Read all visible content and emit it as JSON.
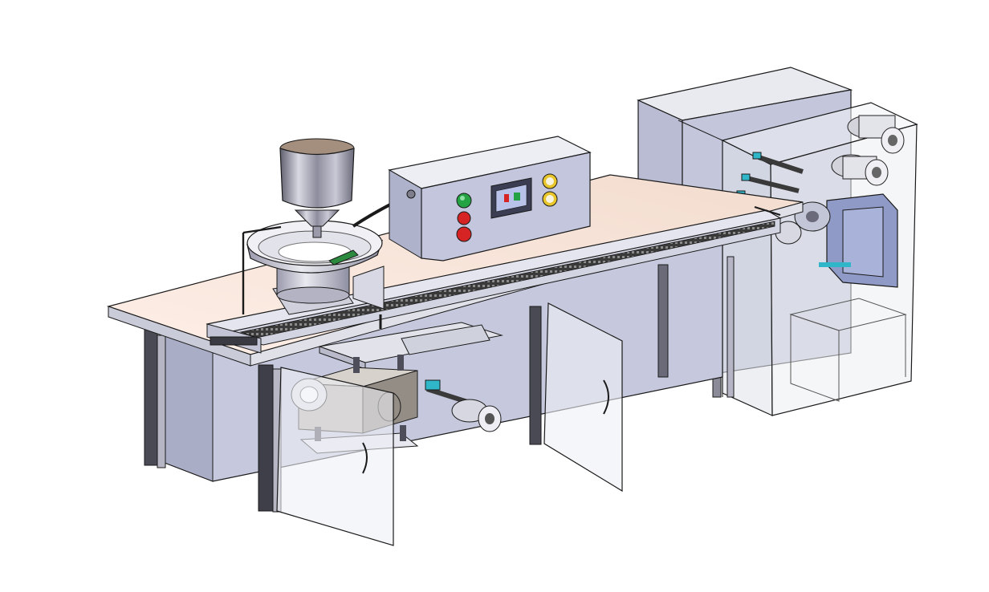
{
  "colors": {
    "background": "#ffffff",
    "table_top": "#f9e6dc",
    "table_edge": "#c7c7d6",
    "cabinet": "#bcbfd6",
    "cabinet_dark": "#9ea2bd",
    "glass": "#eef0f4",
    "steel": "#8a8aa0",
    "outline": "#1a1a1a",
    "accent_cyan": "#2fb7c9",
    "button_green": "#25a244",
    "button_red": "#d62424",
    "gauge_yellow": "#e8c52a",
    "conveyor_chain": "#2f2f2f"
  },
  "components": [
    {
      "name": "hopper",
      "icon": "hopper-icon"
    },
    {
      "name": "vibratory-bowl-feeder",
      "icon": "bowl-feeder-icon"
    },
    {
      "name": "control-box",
      "icon": "control-box-icon"
    },
    {
      "name": "start-button",
      "icon": "green-button-icon"
    },
    {
      "name": "stop-buttons",
      "icon": "red-button-icon"
    },
    {
      "name": "pressure-gauges",
      "icon": "gauge-icon"
    },
    {
      "name": "display-panel",
      "icon": "display-icon"
    },
    {
      "name": "conveyor",
      "icon": "chain-conveyor-icon"
    },
    {
      "name": "work-table",
      "icon": "table-icon"
    },
    {
      "name": "glass-doors",
      "icon": "door-icon"
    },
    {
      "name": "pneumatic-cylinders",
      "icon": "cylinder-icon"
    },
    {
      "name": "labeling-station-enclosure",
      "icon": "enclosure-icon"
    }
  ]
}
